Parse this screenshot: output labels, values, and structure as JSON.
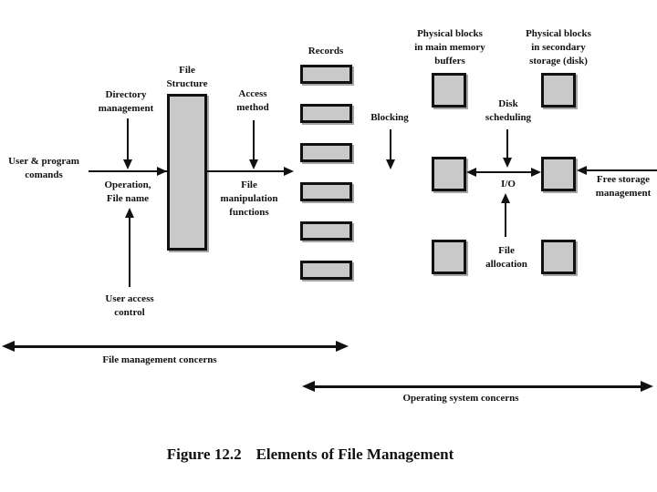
{
  "diagram": {
    "caption": {
      "figure_number": "Figure 12.2",
      "title": "Elements of File Management"
    },
    "labels": {
      "user_program_commands": {
        "lines": [
          "User & program",
          "comands"
        ]
      },
      "directory_management": {
        "lines": [
          "Directory",
          "management"
        ]
      },
      "file_structure": {
        "lines": [
          "File",
          "Structure"
        ]
      },
      "access_method": {
        "lines": [
          "Access",
          "method"
        ]
      },
      "operation_file_name": {
        "lines": [
          "Operation,",
          "File name"
        ]
      },
      "file_manipulation_functions": {
        "lines": [
          "File",
          "manipulation",
          "functions"
        ]
      },
      "records": {
        "text": "Records"
      },
      "blocking": {
        "text": "Blocking"
      },
      "physical_blocks_main_memory": {
        "lines": [
          "Physical blocks",
          "in main memory",
          "buffers"
        ]
      },
      "physical_blocks_secondary": {
        "lines": [
          "Physical blocks",
          "in secondary",
          "storage (disk)"
        ]
      },
      "disk_scheduling": {
        "lines": [
          "Disk",
          "scheduling"
        ]
      },
      "io": {
        "text": "I/O"
      },
      "free_storage_management": {
        "lines": [
          "Free storage",
          "management"
        ]
      },
      "file_allocation": {
        "lines": [
          "File",
          "allocation"
        ]
      },
      "user_access_control": {
        "lines": [
          "User access",
          "control"
        ]
      },
      "file_management_concerns": {
        "text": "File management concerns"
      },
      "operating_system_concerns": {
        "text": "Operating system concerns"
      }
    },
    "colors": {
      "box_fill": "#c9c9c9",
      "box_border": "#111111",
      "box_shadow": "#a6a6a6",
      "line": "#111111",
      "background": "#ffffff"
    }
  }
}
